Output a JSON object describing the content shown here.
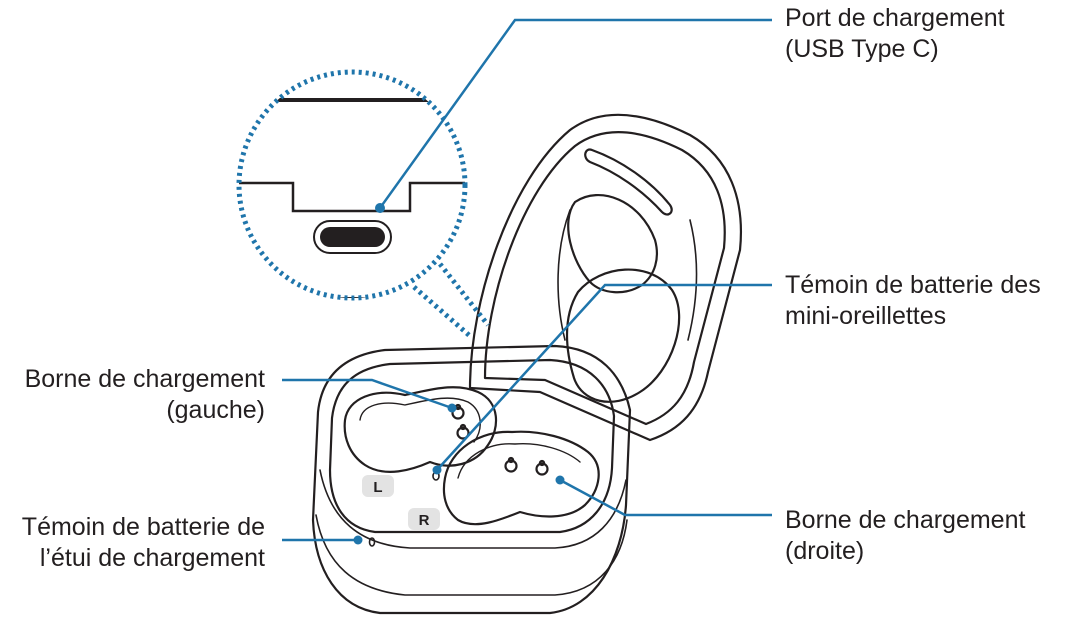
{
  "colors": {
    "leader": "#1f75ab",
    "outline": "#231f20",
    "background": "#ffffff"
  },
  "labels": {
    "usb_port": {
      "line1": "Port de chargement",
      "line2": "(USB Type C)"
    },
    "earbud_indicator": {
      "line1": "Témoin de batterie des",
      "line2": "mini-oreillettes"
    },
    "left_terminal": {
      "line1": "Borne de chargement",
      "line2": "(gauche)"
    },
    "case_indicator": {
      "line1": "Témoin de batterie de",
      "line2": "l’étui de chargement"
    },
    "right_terminal": {
      "line1": "Borne de chargement",
      "line2": "(droite)"
    }
  },
  "case_markings": {
    "left": "L",
    "right": "R"
  }
}
